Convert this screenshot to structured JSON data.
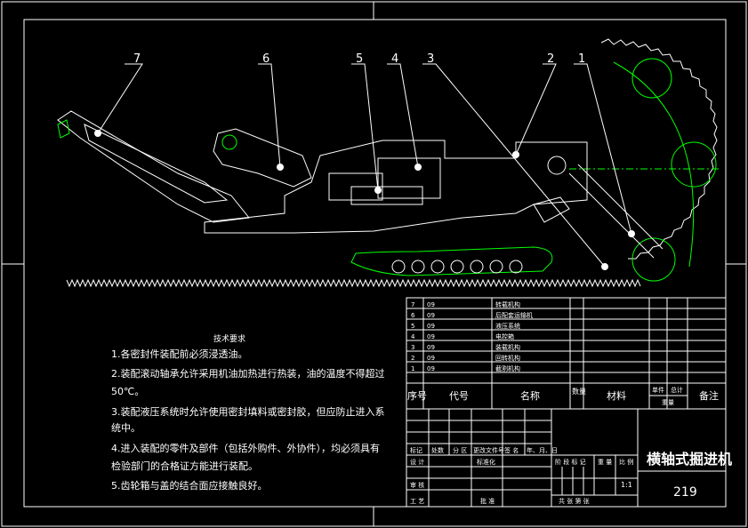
{
  "title": "横轴式掘进机",
  "drawing_number": "219",
  "scale": "1:1",
  "callouts": [
    "7",
    "6",
    "5",
    "4",
    "3",
    "2",
    "1"
  ],
  "tech_requirements": {
    "heading": "技术要求",
    "items": [
      "1.各密封件装配前必须浸透油。",
      "2.装配滚动轴承允许采用机油加热进行热装，油的温度不得超过",
      "50℃。",
      "3.装配液压系统时允许使用密封填料或密封胶，但应防止进入系",
      "统中。",
      "4.进入装配的零件及部件（包括外购件、外协件），均必须具有",
      "检验部门的合格证方能进行装配。",
      "5.齿轮箱与盖的结合面应接触良好。"
    ]
  },
  "parts": [
    {
      "no": "7",
      "code": "09",
      "name": "转载机构"
    },
    {
      "no": "6",
      "code": "09",
      "name": "后配套运输机"
    },
    {
      "no": "5",
      "code": "09",
      "name": "液压系统"
    },
    {
      "no": "4",
      "code": "09",
      "name": "电控箱"
    },
    {
      "no": "3",
      "code": "09",
      "name": "装载机构"
    },
    {
      "no": "2",
      "code": "09",
      "name": "回转机构"
    },
    {
      "no": "1",
      "code": "09",
      "name": "截割机构"
    }
  ],
  "parts_header": {
    "seq": "序号",
    "code": "代号",
    "name": "名称",
    "qty": "数量",
    "material": "材料",
    "unit_weight": "单件",
    "total_weight": "总计",
    "weight": "重量",
    "remark": "备注"
  },
  "title_block": {
    "mark": "标记",
    "count": "处数",
    "zone": "分 区",
    "change_doc": "更改文件号",
    "sign": "签 名",
    "date": "年、月、日",
    "design": "设 计",
    "standardize": "标准化",
    "review": "审 核",
    "process": "工 艺",
    "approve": "批 准",
    "stage_mark": "阶 段 标 记",
    "weight": "重 量",
    "ratio": "比 例",
    "sheets": "共    张    第    张"
  }
}
